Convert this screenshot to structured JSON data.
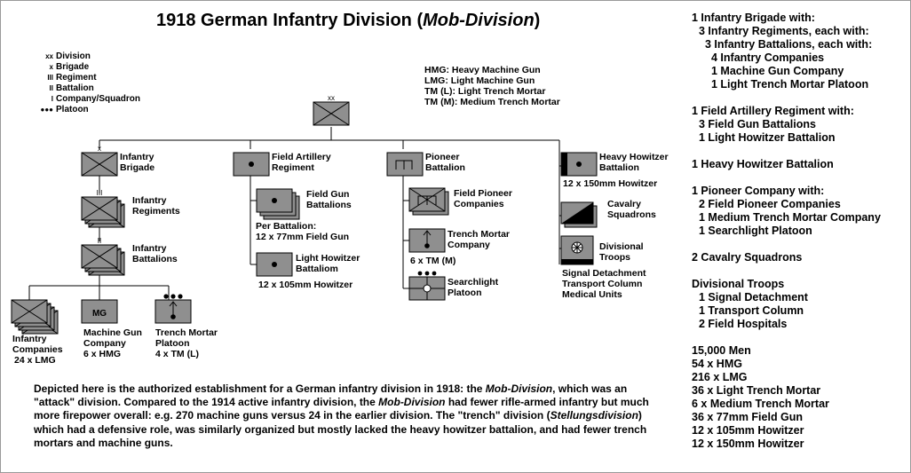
{
  "title": {
    "prefix": "1918 German Infantry Division (",
    "italic": "Mob-Division",
    "suffix": ")"
  },
  "legend": [
    {
      "symbol": "xx",
      "label": "Division"
    },
    {
      "symbol": "x",
      "label": "Brigade"
    },
    {
      "symbol": "III",
      "label": "Regiment"
    },
    {
      "symbol": "II",
      "label": "Battalion"
    },
    {
      "symbol": "I",
      "label": "Company/Squadron"
    },
    {
      "symbol": "●●●",
      "label": "Platoon"
    }
  ],
  "abbreviations": [
    "HMG: Heavy Machine Gun",
    "LMG: Light Machine Gun",
    "TM (L): Light Trench Mortar",
    "TM (M): Medium Trench Mortar"
  ],
  "units": {
    "division_symbol": "xx",
    "infantry_brigade": [
      "Infantry",
      "Brigade"
    ],
    "infantry_regiments": [
      "Infantry",
      "Regiments"
    ],
    "infantry_battalions": [
      "Infantry",
      "Battalions"
    ],
    "infantry_companies": [
      "Infantry",
      "Companies",
      "24 x LMG"
    ],
    "machine_gun_company": [
      "Machine Gun",
      "Company",
      "6 x HMG"
    ],
    "mg_symbol": "MG",
    "trench_mortar_platoon": [
      "Trench Mortar",
      "Platoon",
      "4 x TM (L)"
    ],
    "field_artillery_regiment": [
      "Field Artillery",
      "Regiment"
    ],
    "field_gun_battalions": [
      "Field Gun",
      "Battalions"
    ],
    "per_battalion": [
      "Per Battalion:",
      "12 x 77mm Field Gun"
    ],
    "light_howitzer_battalion": [
      "Light Howitzer",
      "Battaliom"
    ],
    "light_howitzer_note": "12 x 105mm Howitzer",
    "pioneer_battalion": [
      "Pioneer",
      "Battalion"
    ],
    "field_pioneer_companies": [
      "Field Pioneer",
      "Companies"
    ],
    "trench_mortar_company": [
      "Trench Mortar",
      "Company"
    ],
    "trench_mortar_company_note": "6 x TM (M)",
    "searchlight_platoon": [
      "Searchlight",
      "Platoon"
    ],
    "heavy_howitzer_battalion": [
      "Heavy Howitzer",
      "Battalion"
    ],
    "heavy_howitzer_note": "12 x 150mm Howitzer",
    "cavalry_squadrons": [
      "Cavalry",
      "Squadrons"
    ],
    "divisional_troops": [
      "Divisional",
      "Troops"
    ],
    "divisional_troops_note": [
      "Signal Detachment",
      "Transport Column",
      "Medical Units"
    ]
  },
  "summary": [
    "1 Infantry Brigade with:",
    "  3 Infantry Regiments, each with:",
    "    3 Infantry Battalions, each with:",
    "      4 Infantry Companies",
    "      1 Machine Gun Company",
    "      1 Light Trench Mortar Platoon",
    "",
    "1 Field Artillery Regiment with:",
    "  3 Field Gun Battalions",
    "  1 Light Howitzer Battalion",
    "",
    "1 Heavy Howitzer Battalion",
    "",
    "1 Pioneer Company with:",
    "  2 Field Pioneer Companies",
    "  1 Medium Trench Mortar Company",
    "  1 Searchlight Platoon",
    "",
    "2 Cavalry Squadrons",
    "",
    "Divisional Troops",
    "  1 Signal Detachment",
    "  1 Transport Column",
    "  2 Field Hospitals",
    "",
    "15,000 Men",
    "54 x HMG",
    "216 x LMG",
    "36 x Light Trench Mortar",
    "6 x Medium Trench Mortar",
    "36 x 77mm Field Gun",
    "12 x 105mm Howitzer",
    "12 x 150mm Howitzer"
  ],
  "description": {
    "p1": "Depicted here is the authorized establishment for a German infantry division in 1918: the ",
    "i1": "Mob-Division",
    "p2": ", which was an \"attack\" division. Compared to the 1914 active infantry division, the ",
    "i2": "Mob-Division",
    "p3": " had fewer rifle-armed infantry but much more firepower overall: e.g. 270 machine guns versus 24 in the earlier division. The \"trench\" division (",
    "i3": "Stellungsdivision",
    "p4": ") which had a defensive role, was similarly organized but mostly lacked the heavy howitzer battalion, and had fewer trench mortars and machine guns."
  },
  "colors": {
    "unit_fill": "#8f8f8f",
    "stroke": "#000000",
    "background": "#ffffff"
  }
}
